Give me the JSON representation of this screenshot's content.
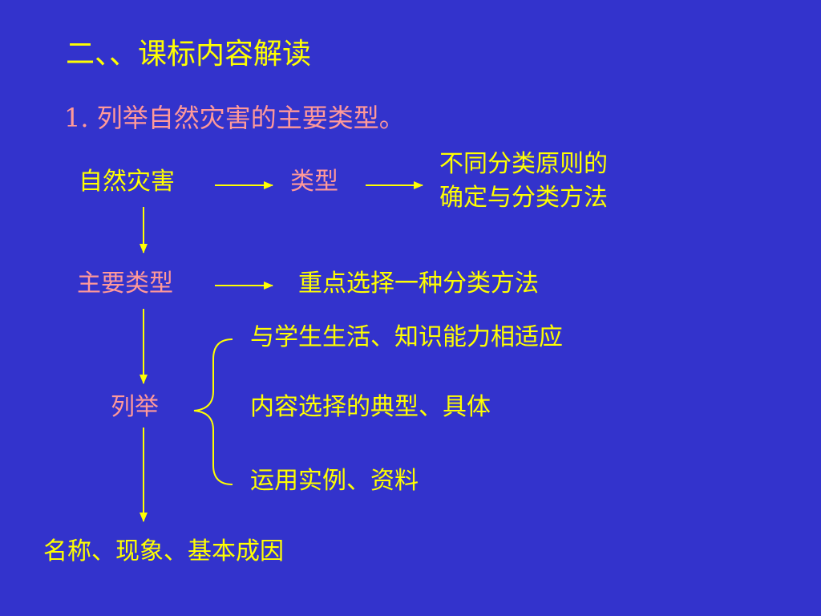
{
  "title": "二、、课标内容解读",
  "subtitle": "1. 列举自然灾害的主要类型。",
  "nodes": {
    "natural_disaster": "自然灾害",
    "type": "类型",
    "classification_line1": "不同分类原则的",
    "classification_line2": "确定与分类方法",
    "main_types": "主要类型",
    "select_method": "重点选择一种分类方法",
    "enumerate": "列举",
    "point1": "与学生生活、知识能力相适应",
    "point2": "内容选择的典型、具体",
    "point3": "运用实例、资料",
    "result": "名称、现象、基本成因"
  },
  "colors": {
    "background": "#3333CC",
    "primary_text": "#FFFF00",
    "highlight_text": "#FF9999",
    "connector": "#FFFF00"
  }
}
